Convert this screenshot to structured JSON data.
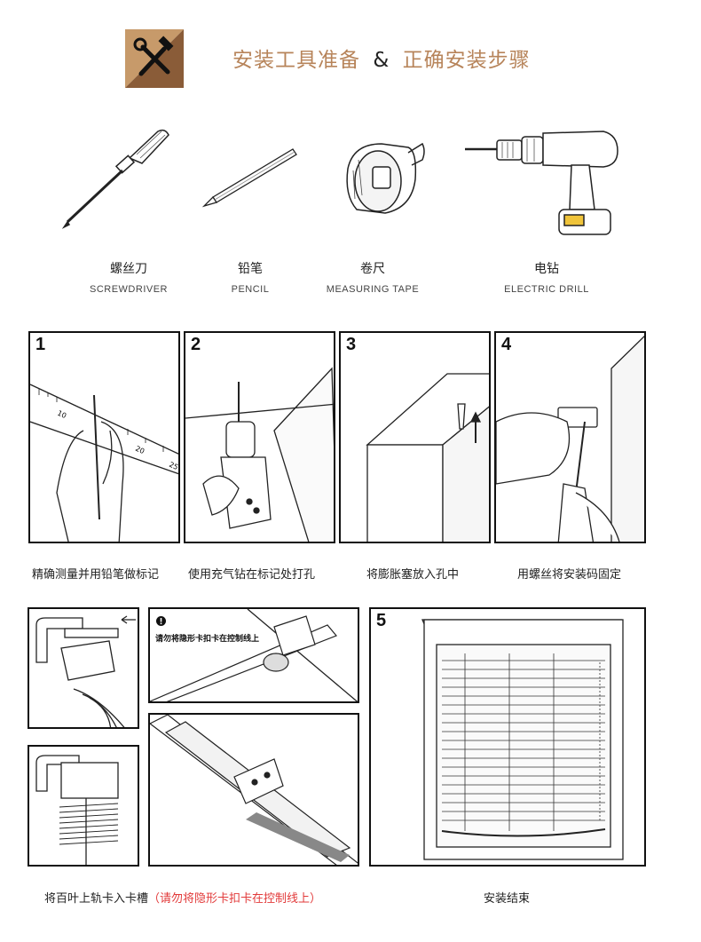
{
  "header": {
    "title_part1": "安装工具准备",
    "title_amp": "&",
    "title_part2": "正确安装步骤",
    "accent_color": "#b7845a",
    "logo_icon": "tools-icon"
  },
  "tools": [
    {
      "zh": "螺丝刀",
      "en": "SCREWDRIVER",
      "icon": "screwdriver-icon"
    },
    {
      "zh": "铅笔",
      "en": "PENCIL",
      "icon": "pencil-icon"
    },
    {
      "zh": "卷尺",
      "en": "MEASURING TAPE",
      "icon": "tape-measure-icon"
    },
    {
      "zh": "电钻",
      "en": "ELECTRIC DRILL",
      "icon": "drill-icon"
    }
  ],
  "steps": [
    {
      "num": "1",
      "caption": "精确测量并用铅笔做标记"
    },
    {
      "num": "2",
      "caption": "使用充气钻在标记处打孔"
    },
    {
      "num": "3",
      "caption": "将膨胀塞放入孔中"
    },
    {
      "num": "4",
      "caption": "用螺丝将安装码固定"
    },
    {
      "num": "5",
      "caption": "安装结束"
    }
  ],
  "ruler_marks": [
    "10",
    "20",
    "25"
  ],
  "rail_step": {
    "warning": "请勿将隐形卡扣卡在控制线上",
    "caption_main": "将百叶上轨卡入卡槽",
    "caption_note": "（请勿将隐形卡扣卡在控制线上）",
    "warning_color": "#e23a3a"
  }
}
